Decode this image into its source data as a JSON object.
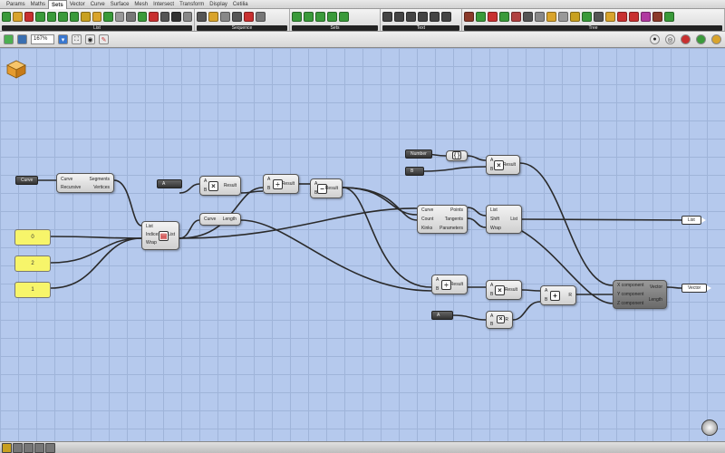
{
  "menu_tabs": [
    "Params",
    "Maths",
    "Sets",
    "Vector",
    "Curve",
    "Surface",
    "Mesh",
    "Intersect",
    "Transform",
    "Display",
    "Cetilia"
  ],
  "active_tab": "Sets",
  "ribbon_groups": [
    {
      "label": "List",
      "icons": [
        "#3a9a3a",
        "#d9a42c",
        "#c83030",
        "#3a9a3a",
        "#3a9a3a",
        "#3a9a3a",
        "#3a9a3a",
        "#c8a020",
        "#d9a42c",
        "#3a9a3a",
        "#999999",
        "#777777",
        "#3a9a3a",
        "#c83030",
        "#555555",
        "#333333",
        "#888888"
      ]
    },
    {
      "label": "Sequence",
      "icons": [
        "#555555",
        "#d9a42c",
        "#888888",
        "#555555",
        "#c83030",
        "#777777"
      ]
    },
    {
      "label": "Sets",
      "icons": [
        "#3a9a3a",
        "#3a9a3a",
        "#3a9a3a",
        "#3a9a3a",
        "#3a9a3a"
      ]
    },
    {
      "label": "Text",
      "icons": [
        "#444444",
        "#444444",
        "#444444",
        "#444444",
        "#444444",
        "#444444"
      ]
    },
    {
      "label": "Tree",
      "icons": [
        "#8b3a2a",
        "#3a9a3a",
        "#c83030",
        "#3a9a3a",
        "#b04040",
        "#555555",
        "#888888",
        "#d9a42c",
        "#999999",
        "#c8a020",
        "#3a9a3a",
        "#555555",
        "#d9a42c",
        "#c83030",
        "#c83030",
        "#b03aa0",
        "#8b3a2a",
        "#3a9a3a"
      ]
    }
  ],
  "toolbar": {
    "zoom": "167%"
  },
  "components": {
    "curve_param": "Curve",
    "divide": {
      "in": [
        "Curve",
        "Recursive"
      ],
      "out": [
        "Segments",
        "Vertices"
      ]
    },
    "slider1": "0",
    "slider2": "2",
    "slider3": "1",
    "list_item": {
      "in": [
        "List",
        "Indices",
        "Wrap"
      ],
      "out": [
        "List"
      ]
    },
    "param_a1": "A",
    "mult1": {
      "in": [
        "A",
        "B"
      ],
      "out": "Result"
    },
    "length": {
      "in": "Curve",
      "out": "Length"
    },
    "div1": {
      "in": [
        "A",
        "B"
      ],
      "out": "Result"
    },
    "sub1": {
      "in": [
        "A",
        "B"
      ],
      "out": "Result"
    },
    "divide_pts": {
      "in": [
        "Curve",
        "Count",
        "Kinks"
      ],
      "out": [
        "Points",
        "Tangents",
        "Parameters"
      ]
    },
    "shift_list": {
      "in": [
        "List",
        "Shift",
        "Wrap"
      ],
      "out": "List"
    },
    "list_out": "List",
    "number_param": "Number",
    "b_param": "B",
    "mult2": {
      "in": [
        "A",
        "B"
      ],
      "out": "Result"
    },
    "div2": {
      "in": [
        "A",
        "B"
      ],
      "out": "Result"
    },
    "mult3": {
      "in": [
        "A",
        "B"
      ],
      "out": "Result"
    },
    "add1": {
      "in": [
        "A",
        "B"
      ],
      "out": "R"
    },
    "param_a2": "A",
    "mult4": {
      "in": [
        "A",
        "B"
      ],
      "out": "R"
    },
    "vector_xyz": {
      "in": [
        "X component",
        "Y component",
        "Z component"
      ],
      "out": [
        "Vector",
        "Length"
      ]
    },
    "vector_out": "Vector"
  },
  "colors": {
    "canvas": "#b5c9ed",
    "grid": "#9fb4d9",
    "slider": "#f7f56a",
    "wire": "#2a2a2a"
  }
}
